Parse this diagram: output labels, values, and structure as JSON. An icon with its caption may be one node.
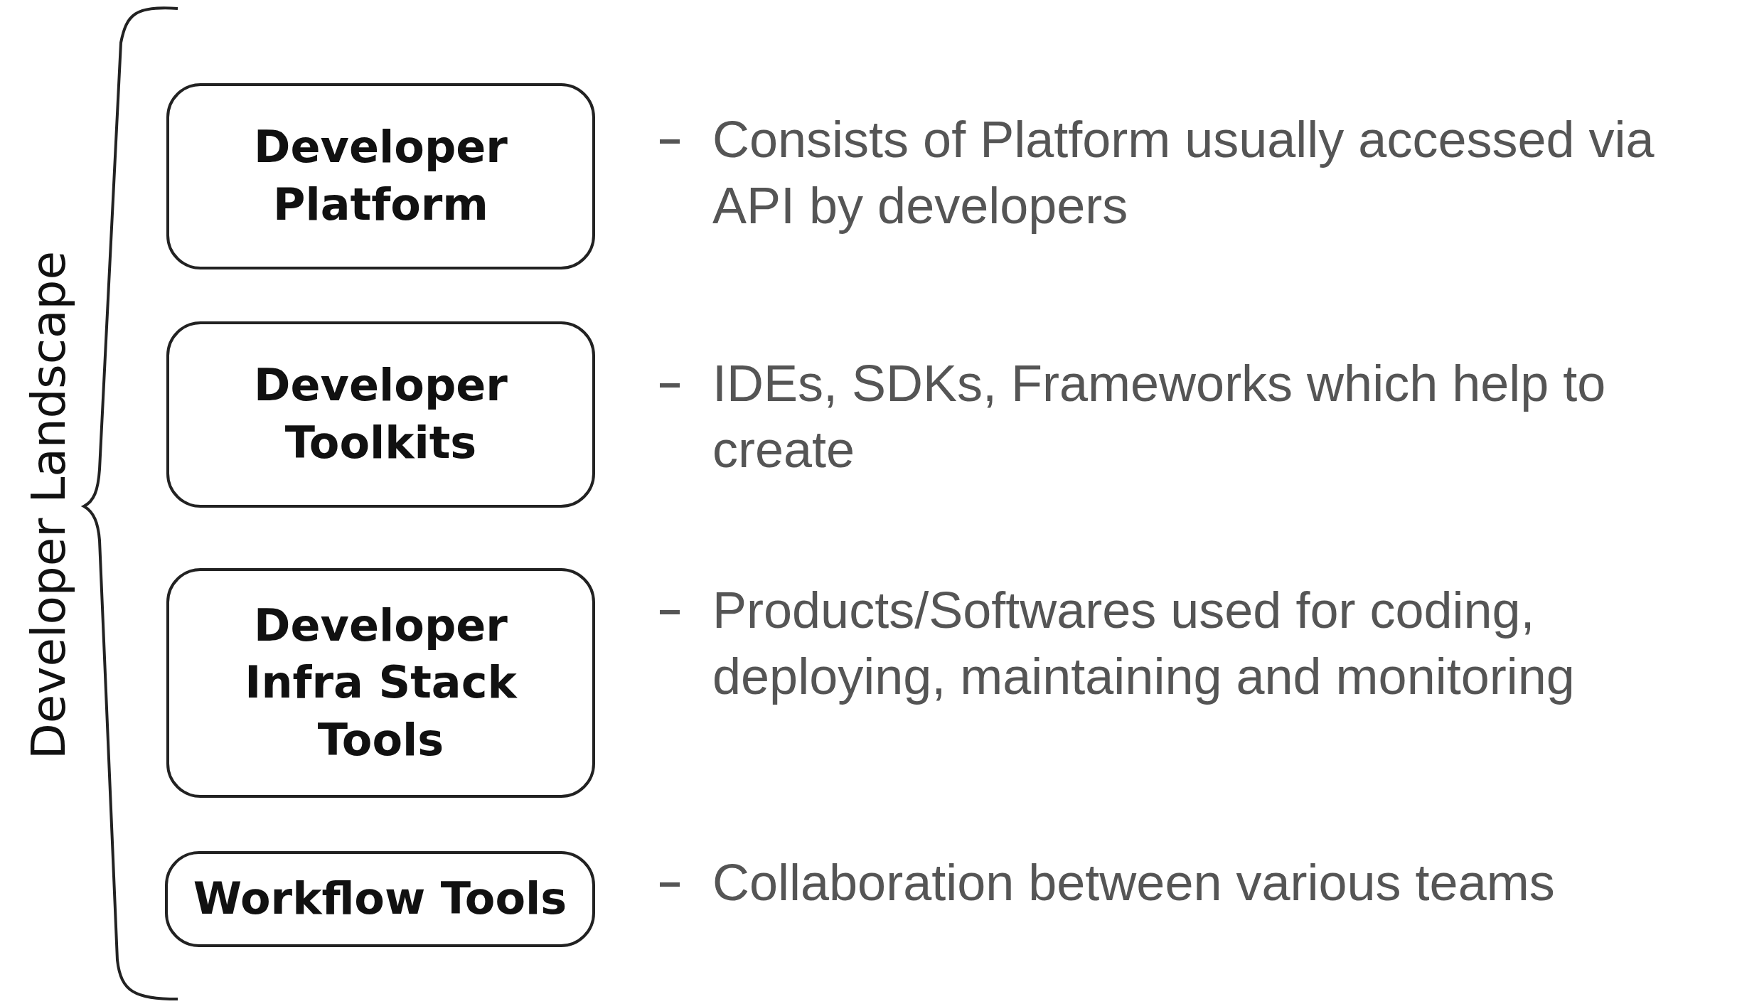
{
  "diagram": {
    "nodes": [
      {
        "text": [
          "Developer Platform"
        ],
        "beside": [
          "Consists of Platform usually accessed via API by developers"
        ]
      },
      {
        "text": [
          "Developer Toolkits"
        ],
        "beside": [
          "IDEs, SDKs, Frameworks which help to create"
        ]
      },
      {
        "text": [
          "Developer Infra Stack Tools"
        ],
        "beside": [
          "Products/Softwares used for coding, deploying, maintaining and monitoring"
        ]
      },
      {
        "text": [
          "Workflow Tools"
        ],
        "beside": [
          "Collaboration between various teams"
        ]
      }
    ],
    "edges": [],
    "labels": [
      "Developer Landscape"
    ]
  }
}
